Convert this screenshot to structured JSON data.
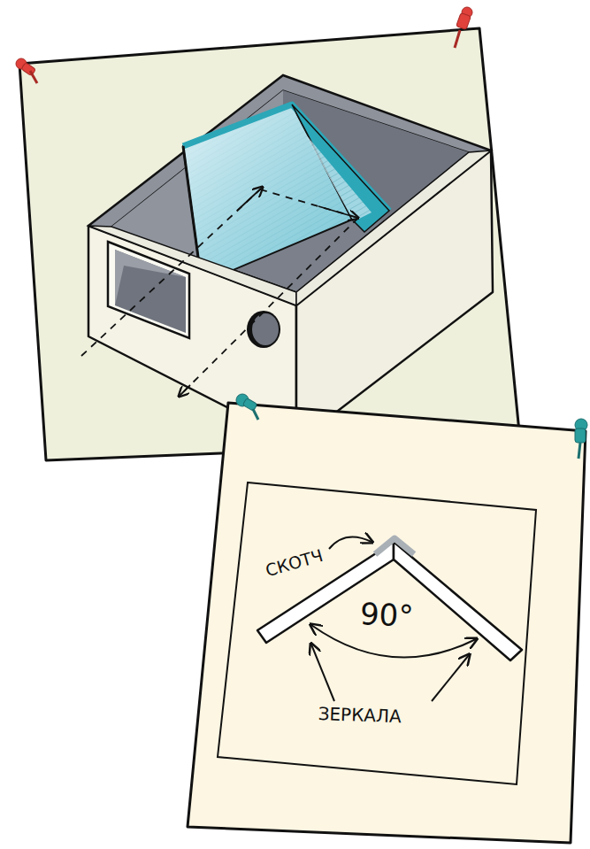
{
  "diagram": {
    "labels": [
      "СКОТЧ",
      "90°",
      "ЗЕРКАЛА"
    ]
  }
}
